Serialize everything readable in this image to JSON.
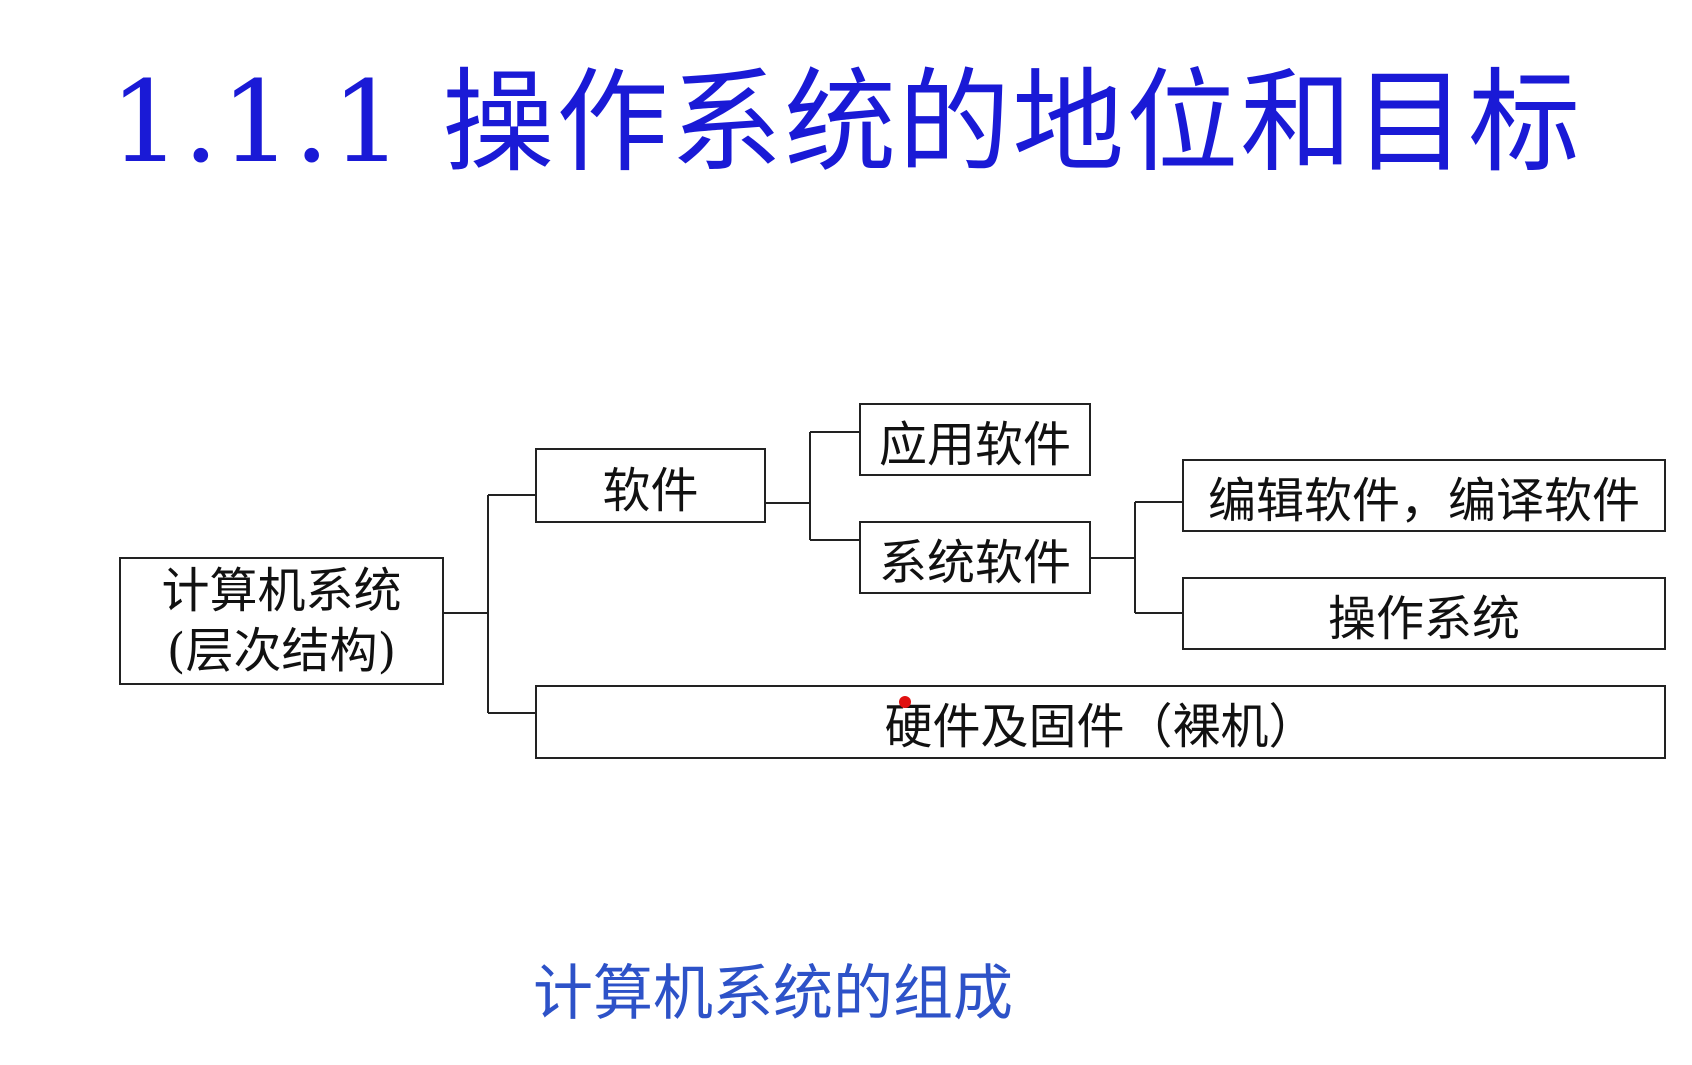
{
  "title": "1.1.1 操作系统的地位和目标",
  "diagram": {
    "root": {
      "line1": "计算机系统",
      "line2": "(层次结构)"
    },
    "software": "软件",
    "application_software": "应用软件",
    "system_software": "系统软件",
    "editing_compiling": "编辑软件，编译软件",
    "operating_system": "操作系统",
    "hardware_firmware": "硬件及固件（裸机）"
  },
  "caption": "计算机系统的组成",
  "colors": {
    "title": "#1a1ad6",
    "caption": "#2d52c8",
    "box_border": "#222222",
    "pointer": "#e01010"
  }
}
